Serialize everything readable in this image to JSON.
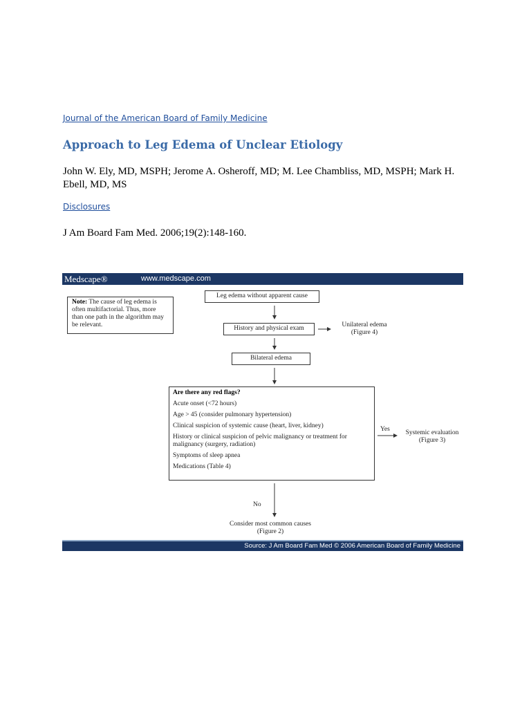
{
  "journal_link": "Journal of the American Board of Family Medicine",
  "article_title": "Approach to Leg Edema of Unclear Etiology",
  "authors": "John W. Ely, MD, MSPH; Jerome A. Osheroff, MD; M. Lee Chambliss, MD, MSPH; Mark H. Ebell, MD, MS",
  "disclosures_link": "Disclosures",
  "citation": "J Am Board Fam Med. 2006;19(2):148-160.",
  "figure": {
    "logo": "Medscape®",
    "url": "www.medscape.com",
    "source": "Source: J Am Board Fam Med © 2006 American Board of Family Medicine",
    "note_label": "Note:",
    "note_text": "The cause of leg edema is often multifactorial.  Thus, more than one path in the algorithm may be relevant.",
    "box_start": "Leg edema without apparent cause",
    "box_history": "History and physical exam",
    "unilateral_line1": "Unilateral edema",
    "unilateral_line2": "(Figure 4)",
    "box_bilateral": "Bilateral edema",
    "red_flags": {
      "title": "Are there any red flags?",
      "items": [
        "Acute onset (<72 hours)",
        "Age > 45 (consider pulmonary hypertension)",
        "Clinical suspicion of systemic cause (heart, liver, kidney)",
        "History or clinical suspicion of pelvic malignancy or treatment for malignancy (surgery, radiation)",
        "Symptoms of sleep apnea",
        "Medications (Table 4)"
      ]
    },
    "yes_label": "Yes",
    "systemic_line1": "Systemic evaluation",
    "systemic_line2": "(Figure 3)",
    "no_label": "No",
    "consider_line1": "Consider most common causes",
    "consider_line2": "(Figure 2)"
  }
}
